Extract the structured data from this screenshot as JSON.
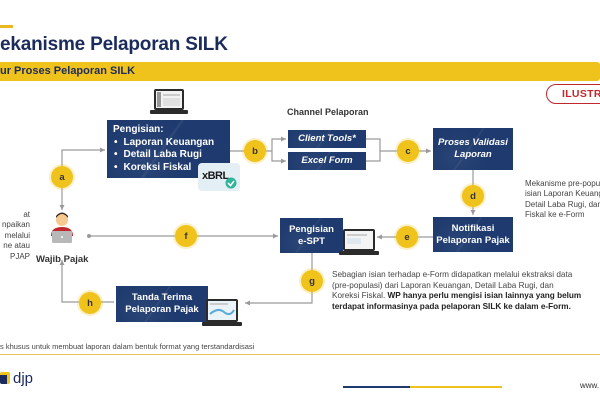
{
  "header": {
    "title": "ekanisme Pelaporan SILK",
    "subtitle": "ur Proses Pelaporan SILK",
    "badge": "ILUSTRA"
  },
  "diagram": {
    "channel_label": "Channel Pelaporan",
    "pengisian": {
      "heading": "Pengisian:",
      "items": [
        "Laporan Keuangan",
        "Detail Laba Rugi",
        "Koreksi Fiskal"
      ],
      "badge": "xBRL"
    },
    "client_tools": "Client Tools*",
    "excel_form": "Excel Form",
    "validasi": [
      "Proses Validasi",
      "Laporan"
    ],
    "notifikasi": [
      "Notifikasi",
      "Pelaporan Pajak"
    ],
    "espt": [
      "Pengisian",
      "e-SPT"
    ],
    "tanda_terima": [
      "Tanda Terima",
      "Pelaporan Pajak"
    ],
    "wajib_pajak": "Wajib Pajak",
    "steps": [
      "a",
      "b",
      "c",
      "d",
      "e",
      "f",
      "g",
      "h"
    ]
  },
  "notes": {
    "right": [
      "Mekanisme pre-popu",
      "isian Laporan Keuang",
      "Detail Laba Rugi, dan",
      "Fiskal ke e-Form"
    ],
    "left": [
      "at",
      "npaikan",
      "melalui",
      "ne atau",
      "PJAP"
    ],
    "g_plain": "Sebagian isian terhadap e-Form didapatkan melalui ekstraksi data (pre-populasi) dari Laporan Keuangan, Detail Laba Rugi, dan Koreksi Fiskal. ",
    "g_bold": "WP hanya perlu mengisi isian lainnya yang belum terdapat informasinya pada pelaporan SILK ke dalam e-Form."
  },
  "footer": {
    "footnote": "s khusus untuk membuat laporan dalam bentuk format yang terstandardisasi",
    "logo": "djp",
    "url": "www."
  },
  "colors": {
    "navy": "#1e3a6e",
    "yellow": "#f0c21c",
    "red": "#c0282d"
  }
}
